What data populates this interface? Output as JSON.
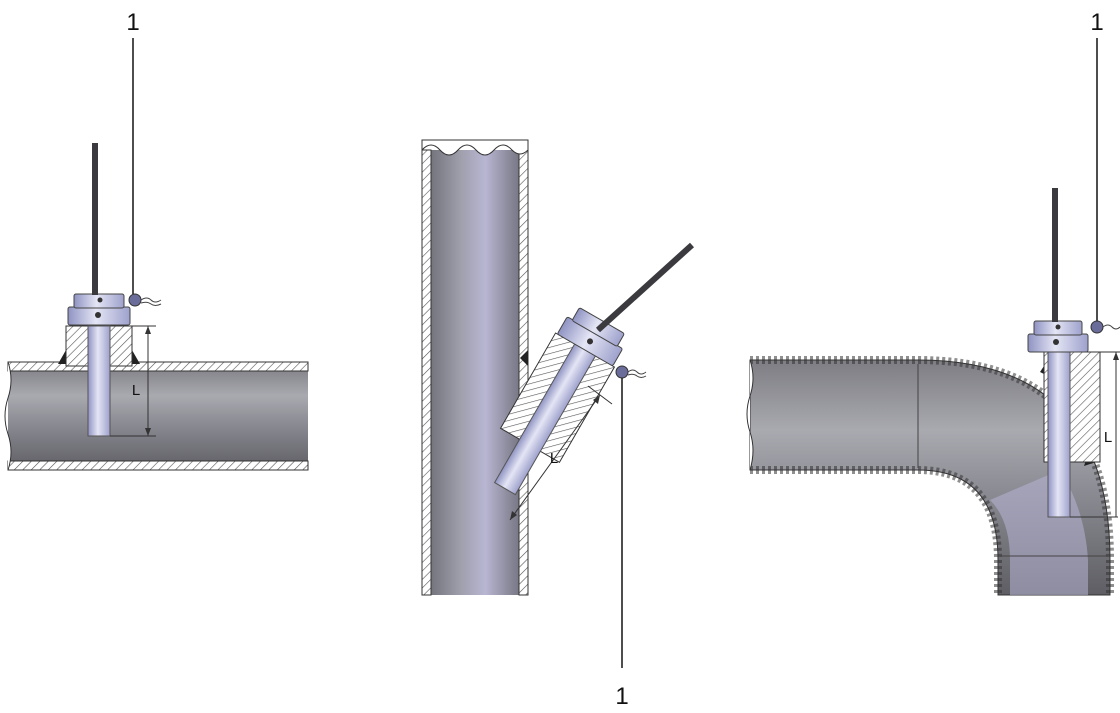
{
  "callouts": {
    "left": "1",
    "center": "1",
    "right": "1"
  },
  "dimensions": {
    "left": "L",
    "center": "L",
    "right": "L"
  },
  "colors": {
    "pipe_dark": "#6f6f73",
    "pipe_mid": "#9a9aa4",
    "pipe_light": "#c9c9d2",
    "pipe_violet": "#b9b4d9",
    "fitting": "#c4c6e6",
    "fitting_dark": "#8f93c2",
    "rod": "#3a3a3f",
    "line": "#222222"
  }
}
